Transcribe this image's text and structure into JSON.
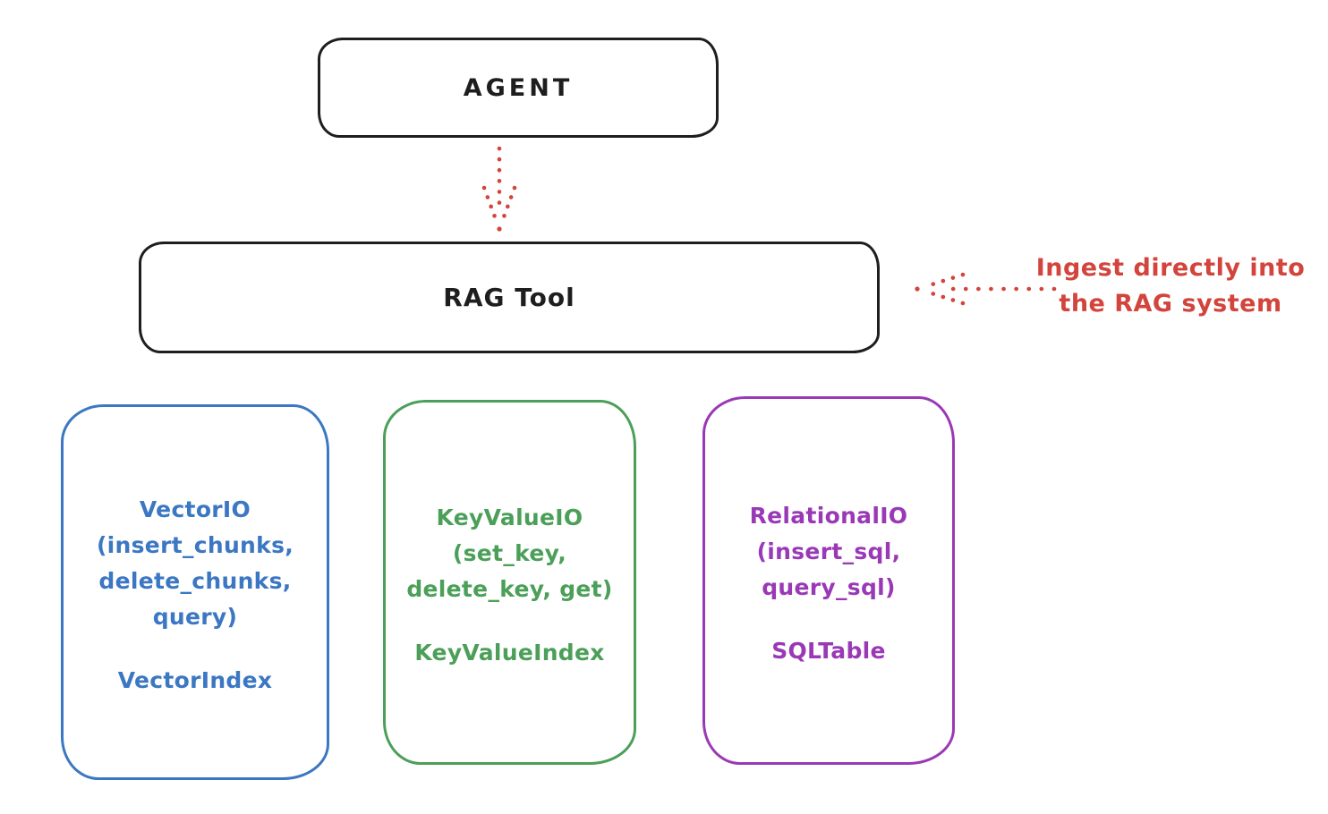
{
  "canvas": {
    "background": "#ffffff",
    "ink_color": "#1e1e1e"
  },
  "agent_box": {
    "label": "AGENT"
  },
  "rag_tool_box": {
    "label": "RAG Tool"
  },
  "flow_arrow": {
    "description": "dotted-arrow-agent-to-ragtool",
    "color": "#d2443c"
  },
  "annotation": {
    "text": "Ingest directly into\nthe RAG system",
    "color": "#d2443c",
    "arrow": "dotted-arrow-pointing-left-at-ragtool"
  },
  "io_boxes": [
    {
      "id": "vector-io",
      "color": "#3b77c2",
      "interface": "VectorIO\n(insert_chunks,\ndelete_chunks,\nquery)",
      "index": "VectorIndex"
    },
    {
      "id": "keyvalue-io",
      "color": "#4b9f58",
      "interface": "KeyValueIO\n(set_key,\ndelete_key, get)",
      "index": "KeyValueIndex"
    },
    {
      "id": "relational-io",
      "color": "#9a39b6",
      "interface": "RelationalIO\n(insert_sql,\nquery_sql)",
      "index": "SQLTable"
    }
  ]
}
